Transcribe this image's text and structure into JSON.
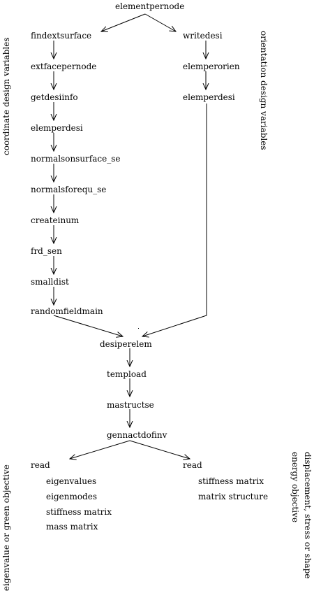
{
  "nodes": {
    "elementpernode": "elementpernode",
    "findextsurface": "findextsurface",
    "extfacepernode": "extfacepernode",
    "getdesiinfo": "getdesiinfo",
    "elemperdesi_left": "elemperdesi",
    "normalsonsurface_se": "normalsonsurface_se",
    "normalsforequ_se": "normalsforequ_se",
    "createinum": "createinum",
    "frd_sen": "frd_sen",
    "smalldist": "smalldist",
    "randomfieldmain": "randomfieldmain",
    "writedesi": "writedesi",
    "elemperorien": "elemperorien",
    "elemperdesi_right": "elemperdesi",
    "desiperelem": "desiperelem",
    "tempload": "tempload",
    "mastructse": "mastructse",
    "gennactdofinv": "gennactdofinv"
  },
  "read_left": {
    "title": "read",
    "items": [
      "eigenvalues",
      "eigenmodes",
      "stiffness matrix",
      "mass matrix"
    ]
  },
  "read_right": {
    "title": "read",
    "items": [
      "stiffness matrix",
      "matrix structure"
    ]
  },
  "side_labels": {
    "coordinate": "coordinate design variables",
    "orientation": "orientation design variables",
    "eigenvalue": "eigenvalue or green objective",
    "displacement_line1": "displacement, stress or shape",
    "displacement_line2": "energy objective"
  }
}
